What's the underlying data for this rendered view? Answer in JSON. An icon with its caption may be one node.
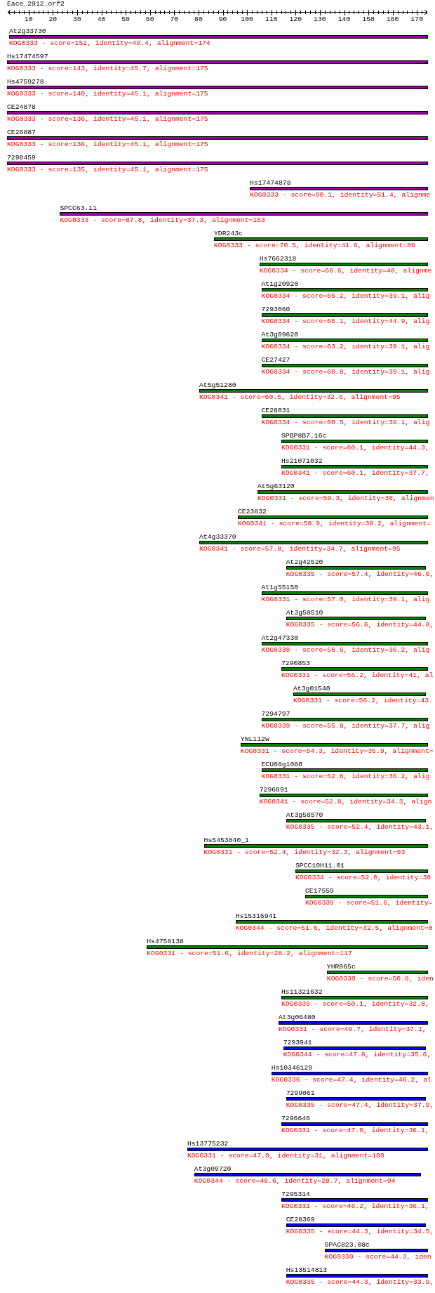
{
  "diagram": {
    "title": "Eace_2912_orf2",
    "nodes": [
      {
        "text": [
          "At2g33730",
          "KOG0333 - score=152, identity=49.4, alignment=174"
        ]
      },
      {
        "text": [
          "Hs17474597",
          "KOG0333 - score=143, identity=45.7, alignment=175"
        ]
      },
      {
        "text": [
          "Hs4759278",
          "KOG0333 - score=140, identity=45.1, alignment=175"
        ]
      },
      {
        "text": [
          "CE24878",
          "KOG0333 - score=136, identity=45.1, alignment=175"
        ]
      },
      {
        "text": [
          "CE26887",
          "KOG0333 - score=136, identity=45.1, alignment=175"
        ]
      },
      {
        "text": [
          "7298459",
          "KOG0333 - score=135, identity=45.1, alignment=175"
        ]
      },
      {
        "text": [
          "Hs17474878",
          "KOG0333 - score=90.1, identity=51.4, alignme"
        ]
      },
      {
        "text": [
          "SPCC63.11",
          "KOG0333 - score=87.8, identity=37.3, alignment=153"
        ]
      },
      {
        "text": [
          "YDR243c",
          "KOG0333 - score=70.5, identity=41.6, alignment=89"
        ]
      },
      {
        "text": [
          "Hs7662318",
          "KOG0334 - score=66.6, identity=40, alignme"
        ]
      },
      {
        "text": [
          "At1g20920",
          "KOG0334 - score=66.2, identity=39.1, alig"
        ]
      },
      {
        "text": [
          "7293060",
          "KOG0334 - score=65.1, identity=44.9, alig"
        ]
      },
      {
        "text": [
          "At3g09620",
          "KOG0334 - score=63.2, identity=39.1, alig"
        ]
      },
      {
        "text": [
          "CE27427",
          "KOG0334 - score=60.8, identity=39.1, alig"
        ]
      },
      {
        "text": [
          "At5g51280",
          "KOG0341 - score=60.5, identity=32.6, alignment=95"
        ]
      },
      {
        "text": [
          "CE28031",
          "KOG0334 - score=60.5, identity=39.1, alig"
        ]
      },
      {
        "text": [
          "SPBP8B7.16c",
          "KOG0331 - score=60.1, identity=44.3,"
        ]
      },
      {
        "text": [
          "Hs21071032",
          "KOG0341 - score=60.1, identity=37.7,"
        ]
      },
      {
        "text": [
          "At5g63120",
          "KOG0331 - score=59.3, identity=38, alignmen"
        ]
      },
      {
        "text": [
          "CE23832",
          "KOG0341 - score=58.9, identity=39.2, alignment="
        ]
      },
      {
        "text": [
          "At4g33370",
          "KOG0341 - score=57.8, identity=34.7, alignment=95"
        ]
      },
      {
        "text": [
          "At2g42520",
          "KOG0335 - score=57.4, identity=46.6,"
        ]
      },
      {
        "text": [
          "At1g55150",
          "KOG0331 - score=57.0, identity=39.1, alig"
        ]
      },
      {
        "text": [
          "At3g58510",
          "KOG0335 - score=56.6, identity=44.8,"
        ]
      },
      {
        "text": [
          "At2g47330",
          "KOG0339 - score=56.6, identity=36.2, alig"
        ]
      },
      {
        "text": [
          "7290853",
          "KOG0331 - score=56.2, identity=41, al"
        ]
      },
      {
        "text": [
          "At3g01540",
          "KOG0331 - score=56.2, identity=43."
        ]
      },
      {
        "text": [
          "7294797",
          "KOG0339 - score=55.8, identity=37.7, alig"
        ]
      },
      {
        "text": [
          "YNL112w",
          "KOG0331 - score=54.3, identity=35.9, alignment="
        ]
      },
      {
        "text": [
          "ECU08g1080",
          "KOG0331 - score=52.8, identity=36.2, alig"
        ]
      },
      {
        "text": [
          "7296891",
          "KOG0341 - score=52.8, identity=34.3, align"
        ]
      },
      {
        "text": [
          "At3g58570",
          "KOG0335 - score=52.4, identity=43.1,"
        ]
      },
      {
        "text": [
          "Hs5453840_1",
          "KOG0331 - score=52.4, identity=32.3, alignment=93"
        ]
      },
      {
        "text": [
          "SPCC10H11.01",
          "KOG0334 - score=52.0, identity=38"
        ]
      },
      {
        "text": [
          "CE17559",
          "KOG0339 - score=51.6, identity="
        ]
      },
      {
        "text": [
          "Hs15316941",
          "KOG0344 - score=51.6, identity=32.5, alignment=8"
        ]
      },
      {
        "text": [
          "Hs4758138",
          "KOG0331 - score=51.6, identity=28.2, alignment=117"
        ]
      },
      {
        "text": [
          "YHR065c",
          "KOG0330 - score=50.8, iden"
        ]
      },
      {
        "text": [
          "Hs11321632",
          "KOG0339 - score=50.1, identity=32.8,"
        ]
      },
      {
        "text": [
          "At3g06480",
          "KOG0331 - score=49.7, identity=37.1,"
        ]
      },
      {
        "text": [
          "7293941",
          "KOG0344 - score=47.8, identity=35.6,"
        ]
      },
      {
        "text": [
          "Hs10346129",
          "KOG0336 - score=47.4, identity=46.2, al"
        ]
      },
      {
        "text": [
          "7299061",
          "KOG0335 - score=47.4, identity=37.9,"
        ]
      },
      {
        "text": [
          "7296646",
          "KOG0331 - score=47.0, identity=36.1,"
        ]
      },
      {
        "text": [
          "Hs13775232",
          "KOG0331 - score=47.0, identity=31, alignment=100"
        ]
      },
      {
        "text": [
          "At3g09720",
          "KOG0344 - score=46.6, identity=28.7, alignment=94"
        ]
      },
      {
        "text": [
          "7295314",
          "KOG0331 - score=46.2, identity=36.1,"
        ]
      },
      {
        "text": [
          "CE28369",
          "KOG0335 - score=44.3, identity=34.5,"
        ]
      },
      {
        "text": [
          "SPAC823.08c",
          "KOG0330 - score=44.3, iden"
        ]
      },
      {
        "text": [
          "Hs13514813",
          "KOG0335 - score=44.3, identity=33.9,"
        ]
      }
    ],
    "labels": [
      "10",
      "20",
      "30",
      "40",
      "50",
      "60",
      "70",
      "80",
      "90",
      "100",
      "110",
      "120",
      "130",
      "140",
      "150",
      "160",
      "170"
    ]
  }
}
